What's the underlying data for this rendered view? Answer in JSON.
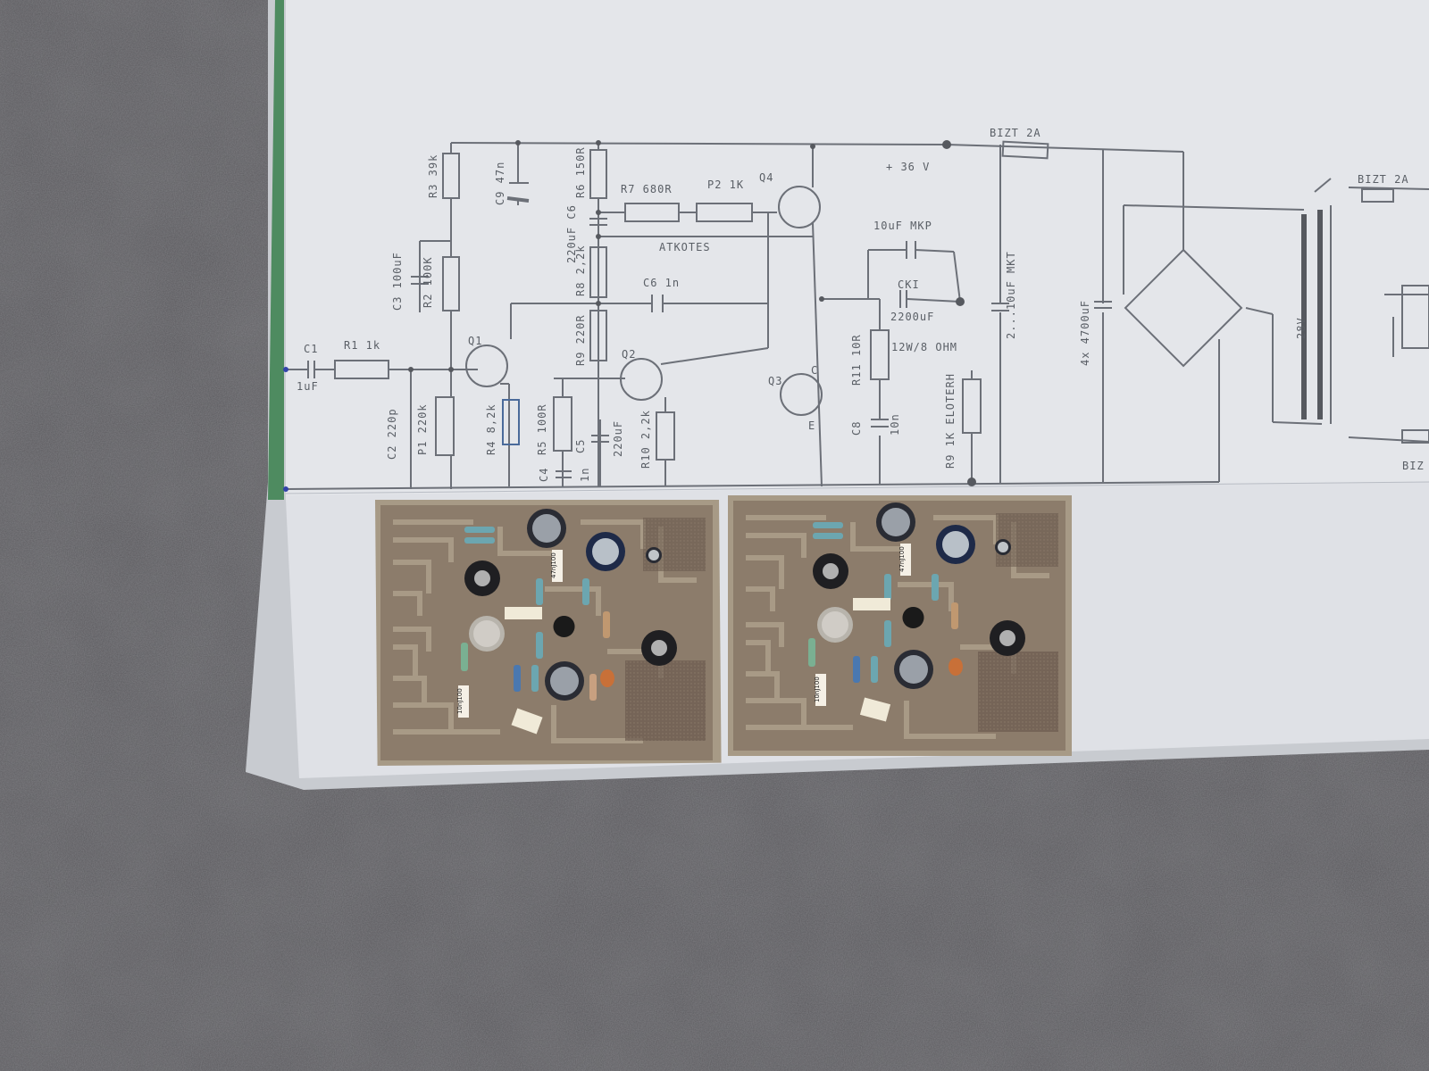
{
  "schematic": {
    "supply": "+ 36 V",
    "fuse_main": "BIZT 2A",
    "fuse_secondary": "BIZT 2A",
    "fuse_cut": "BIZ",
    "transformer": "28V",
    "feedback_note": "ATKOTES",
    "output_note": "12W/8 OHM",
    "labels": {
      "c1": "C1",
      "c1_val": "1uF",
      "r1": "R1 1k",
      "r3": "R3 39k",
      "c9": "C9 47n",
      "r6": "R6 150R",
      "r7": "R7 680R",
      "p2": "P2 1K",
      "q4": "Q4",
      "c5c6": "220uF C6",
      "c3": "C3 100uF",
      "r2": "R2 100K",
      "r8": "R8 2,2k",
      "c6b": "C6 1n",
      "q1": "Q1",
      "q2": "Q2",
      "q3": "Q3",
      "r9": "R9 220R",
      "c2": "C2 220p",
      "p1": "P1 220k",
      "r4": "R4 8,2k",
      "r5": "R5 100R",
      "c4": "C4",
      "c4_val": "1n",
      "c5": "C5",
      "c5_val": "220uF",
      "r10": "R10 2,2k",
      "c_mkp": "10uF MKP",
      "cki": "CKI",
      "cki_val": "2200uF",
      "r11": "R11 10R",
      "c8": "C8",
      "c8_val": "10n",
      "r9b": "R9 1K ELOTERH",
      "c_mkt": "2...10uF MKT",
      "c_bulk": "4x 4700uF",
      "q3_c": "C",
      "q3_e": "E"
    }
  },
  "boards": [
    {
      "cap_tag_top": "47nJ100",
      "cap_tag_bottom": "10nJ100"
    },
    {
      "cap_tag_top": "47nJ100",
      "cap_tag_bottom": "10nJ100"
    }
  ]
}
